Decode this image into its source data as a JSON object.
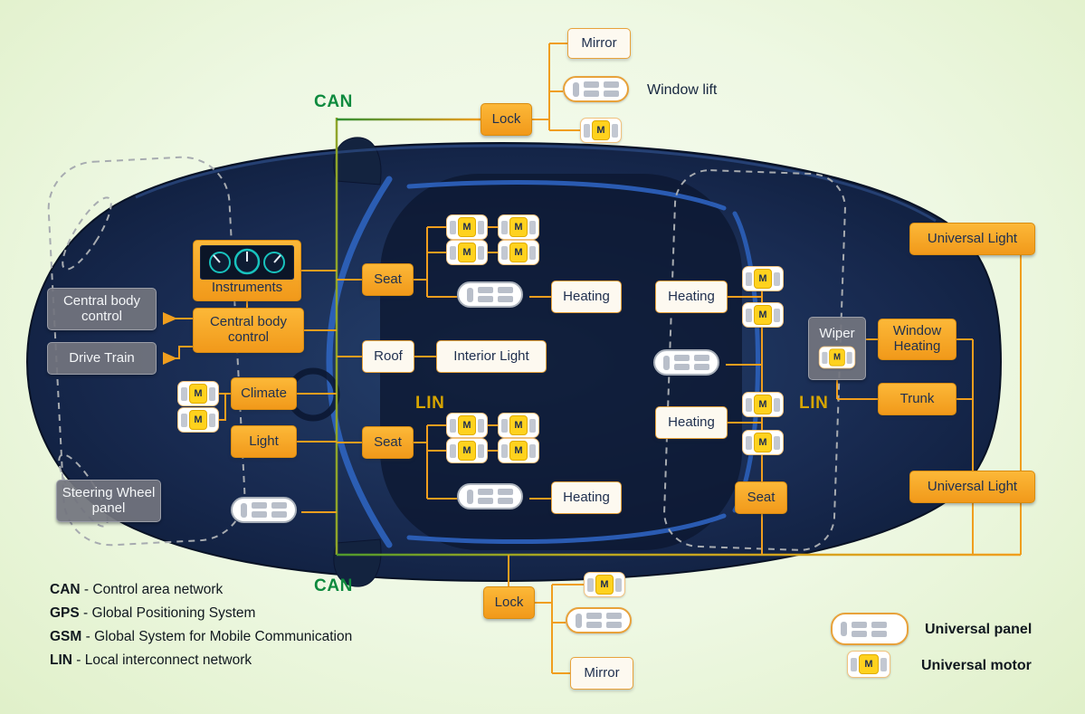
{
  "bus": {
    "can_top": "CAN",
    "can_bottom": "CAN",
    "lin_front": "LIN",
    "lin_rear": "LIN"
  },
  "colors": {
    "can_green": "#0e8a3e",
    "lin_yellow": "#d7a500",
    "line_orange": "#f09e1e",
    "box_orange": "#f7a823",
    "car_navy": "#14254a"
  },
  "nodes": {
    "mirror_top": "Mirror",
    "window_lift": "Window lift",
    "lock_top": "Lock",
    "instruments": "Instruments",
    "central_body_control_module": "Central body control",
    "drive_train": "Drive Train",
    "central_body_control_gateway": "Central body control",
    "seat_front": "Seat",
    "roof": "Roof",
    "interior_light": "Interior Light",
    "climate": "Climate",
    "light": "Light",
    "steering_wheel_panel": "Steering Wheel panel",
    "seat_rear": "Seat",
    "heating_front_left": "Heating",
    "heating_rear_left": "Heating",
    "heating_front_right": "Heating",
    "heating_rear_right": "Heating",
    "wiper": "Wiper",
    "window_heating": "Window Heating",
    "trunk": "Trunk",
    "universal_light_top": "Universal Light",
    "universal_light_bottom": "Universal Light",
    "seat_right": "Seat",
    "lock_bottom": "Lock",
    "mirror_bottom": "Mirror"
  },
  "icons": {
    "motor_label": "M"
  },
  "legend": {
    "separator": " - ",
    "abbreviations": [
      {
        "term": "CAN",
        "definition": "Control area network"
      },
      {
        "term": "GPS",
        "definition": "Global Positioning System"
      },
      {
        "term": "GSM",
        "definition": "Global System for Mobile Communication"
      },
      {
        "term": "LIN",
        "definition": "Local interconnect network"
      }
    ],
    "universal_panel": "Universal panel",
    "universal_motor": "Universal motor"
  }
}
